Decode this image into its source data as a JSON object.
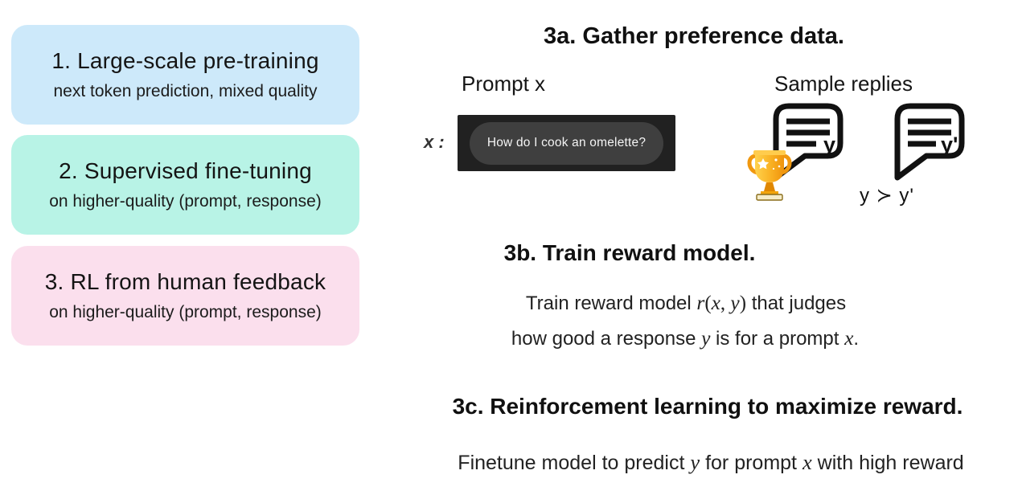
{
  "stages": [
    {
      "title": "1. Large-scale pre-training",
      "subtitle": "next token prediction, mixed quality",
      "bg_color": "#cde9fa"
    },
    {
      "title": "2. Supervised fine-tuning",
      "subtitle": "on higher-quality (prompt, response)",
      "bg_color": "#b8f3e6"
    },
    {
      "title": "3. RL from human feedback",
      "subtitle": "on higher-quality (prompt, response)",
      "bg_color": "#fbdfed"
    }
  ],
  "section_3a": {
    "heading": "3a. Gather preference data.",
    "prompt_label": "Prompt x",
    "replies_label": "Sample replies",
    "x_label": "x :",
    "chat_message": "How do I cook an omelette?",
    "chat_colors": {
      "background": "#212121",
      "pill": "#3f3f3f",
      "text": "#f4f4f4"
    },
    "reply_labels": [
      "y",
      "y'"
    ],
    "preference": "y ≻ y'",
    "icons": [
      "speech-bubble-icon",
      "speech-bubble-icon",
      "trophy-icon"
    ],
    "trophy_color": "#f7a81b"
  },
  "section_3b": {
    "heading": "3b. Train reward model.",
    "line1": [
      "Train reward model ",
      "r",
      "(",
      "x",
      ", ",
      "y",
      ")",
      " that judges"
    ],
    "line2": [
      "how good a response ",
      "y",
      " is for a prompt ",
      "x",
      "."
    ]
  },
  "section_3c": {
    "heading": "3c. Reinforcement learning to maximize reward.",
    "line1": [
      "Finetune model to predict ",
      "y",
      " for prompt ",
      "x",
      " with high reward"
    ]
  }
}
